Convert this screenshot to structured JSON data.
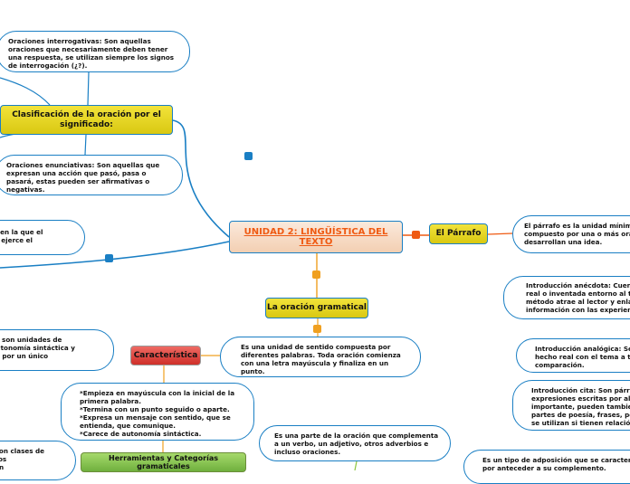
{
  "colors": {
    "blue_link": "#1a7fc4",
    "orange_link": "#f0a020",
    "red_link": "#ef5a12",
    "green_link": "#8cc63f"
  },
  "center": {
    "label": "UNIDAD 2: LINGÜÍSTICA DEL TEXTO"
  },
  "clasificacion": {
    "label": "Clasificación de la oración por el significado:",
    "interrogativas": "Oraciones interrogativas: Son aquellas oraciones que necesariamente deben tener una respuesta, se utilizan siempre los signos de interrogación (¿?).",
    "enunciativas": "Oraciones enunciativas: Son aquellas que expresan una acción que pasó, pasa o pasará, estas pueden ser afirmativas o negativas."
  },
  "left_fragment": {
    "text": "ella en la que el\nta o ejerce el"
  },
  "parrafo": {
    "label": "El Párrafo",
    "definicion": "El párrafo es la unidad mínima\ncompuesto por una o más ora\ndesarrollan una idea.",
    "anecdota": "Introducción anécdota: Cuen\nreal o inventada entorno al te\nmétodo atrae al lector y enla\ninformación con las experien",
    "analogica": "Introducción analógica: Se\nhecho real con el tema a tr\ncomparación.",
    "cita": "Introducción cita: Son párra\nexpresiones escritas por alg\nimportante, pueden tambié\npartes de poesía, frases, pe\nse utilizan si tienen relación"
  },
  "oracion": {
    "label": "La oración gramatical",
    "definicion": "Es una unidad de sentido compuesta por diferentes palabras. Toda oración comienza con una letra mayúscula y finaliza en un punto.",
    "caracteristica_label": "Característica",
    "caracteristicas_list": "*Empieza en mayúscula con la inicial de la primera palabra.\n*Termina con un punto seguido o aparte.\n*Expresa un mensaje con sentido, que se entienda, que comunique.\n*Carece de autonomía sintáctica.",
    "left_unidades": "oles son unidades de\nn autonomía sintáctica y\nstas por un único",
    "herramientas_label": "Herramientas y Categorías gramaticales",
    "left_clases": "es son clases de\nde los\ns son",
    "complemento": "Es una parte de la oración que complementa a un verbo, un adjetivo, otros adverbios e incluso oraciones.",
    "aposicion": "Es un tipo de adposición que se caracteriz\npor anteceder a su complemento."
  }
}
